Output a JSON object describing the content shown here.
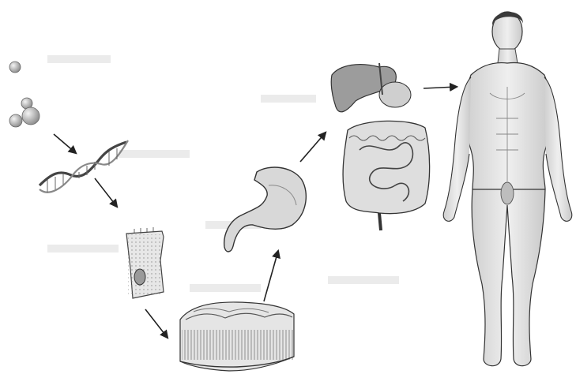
{
  "diagram": {
    "levels": [
      {
        "id": "chemical",
        "icon": "atoms-molecule-icon"
      },
      {
        "id": "macromolecule",
        "icon": "dna-helix-icon"
      },
      {
        "id": "cellular",
        "icon": "cell-icon"
      },
      {
        "id": "tissue",
        "icon": "tissue-block-icon"
      },
      {
        "id": "organ",
        "icon": "stomach-icon"
      },
      {
        "id": "organ-system",
        "icon": "digestive-system-icon"
      },
      {
        "id": "organism",
        "icon": "human-body-icon"
      }
    ],
    "label_boxes": "blank",
    "colors": {
      "line": "#333333",
      "shade": "#9a9a9a",
      "fill": "#dcdcdc",
      "background": "#ffffff"
    }
  }
}
